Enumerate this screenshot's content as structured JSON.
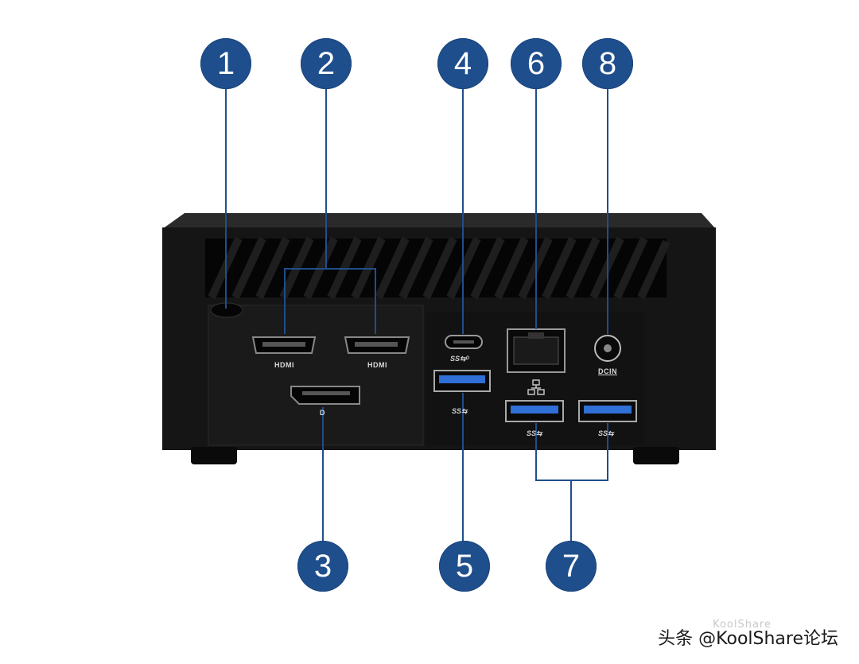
{
  "callouts": [
    "1",
    "2",
    "3",
    "4",
    "5",
    "6",
    "7",
    "8"
  ],
  "ports": {
    "hdmi_left": "HDMI",
    "hdmi_right": "HDMI",
    "dp_symbol": "D",
    "usbc_symbol": "SS⇆ᴰ",
    "usb_a_symbol": "SS⇆",
    "usb_a_symbol_2": "SS⇆",
    "usb_a_symbol_3": "SS⇆",
    "dcin": "DCIN"
  },
  "watermark": {
    "text": "头条 @KoolShare论坛",
    "faint_text": "KoolShare"
  },
  "colors": {
    "callout": "#1f4e8c",
    "device": "#141414",
    "usb_blue": "#2f6fd6"
  }
}
